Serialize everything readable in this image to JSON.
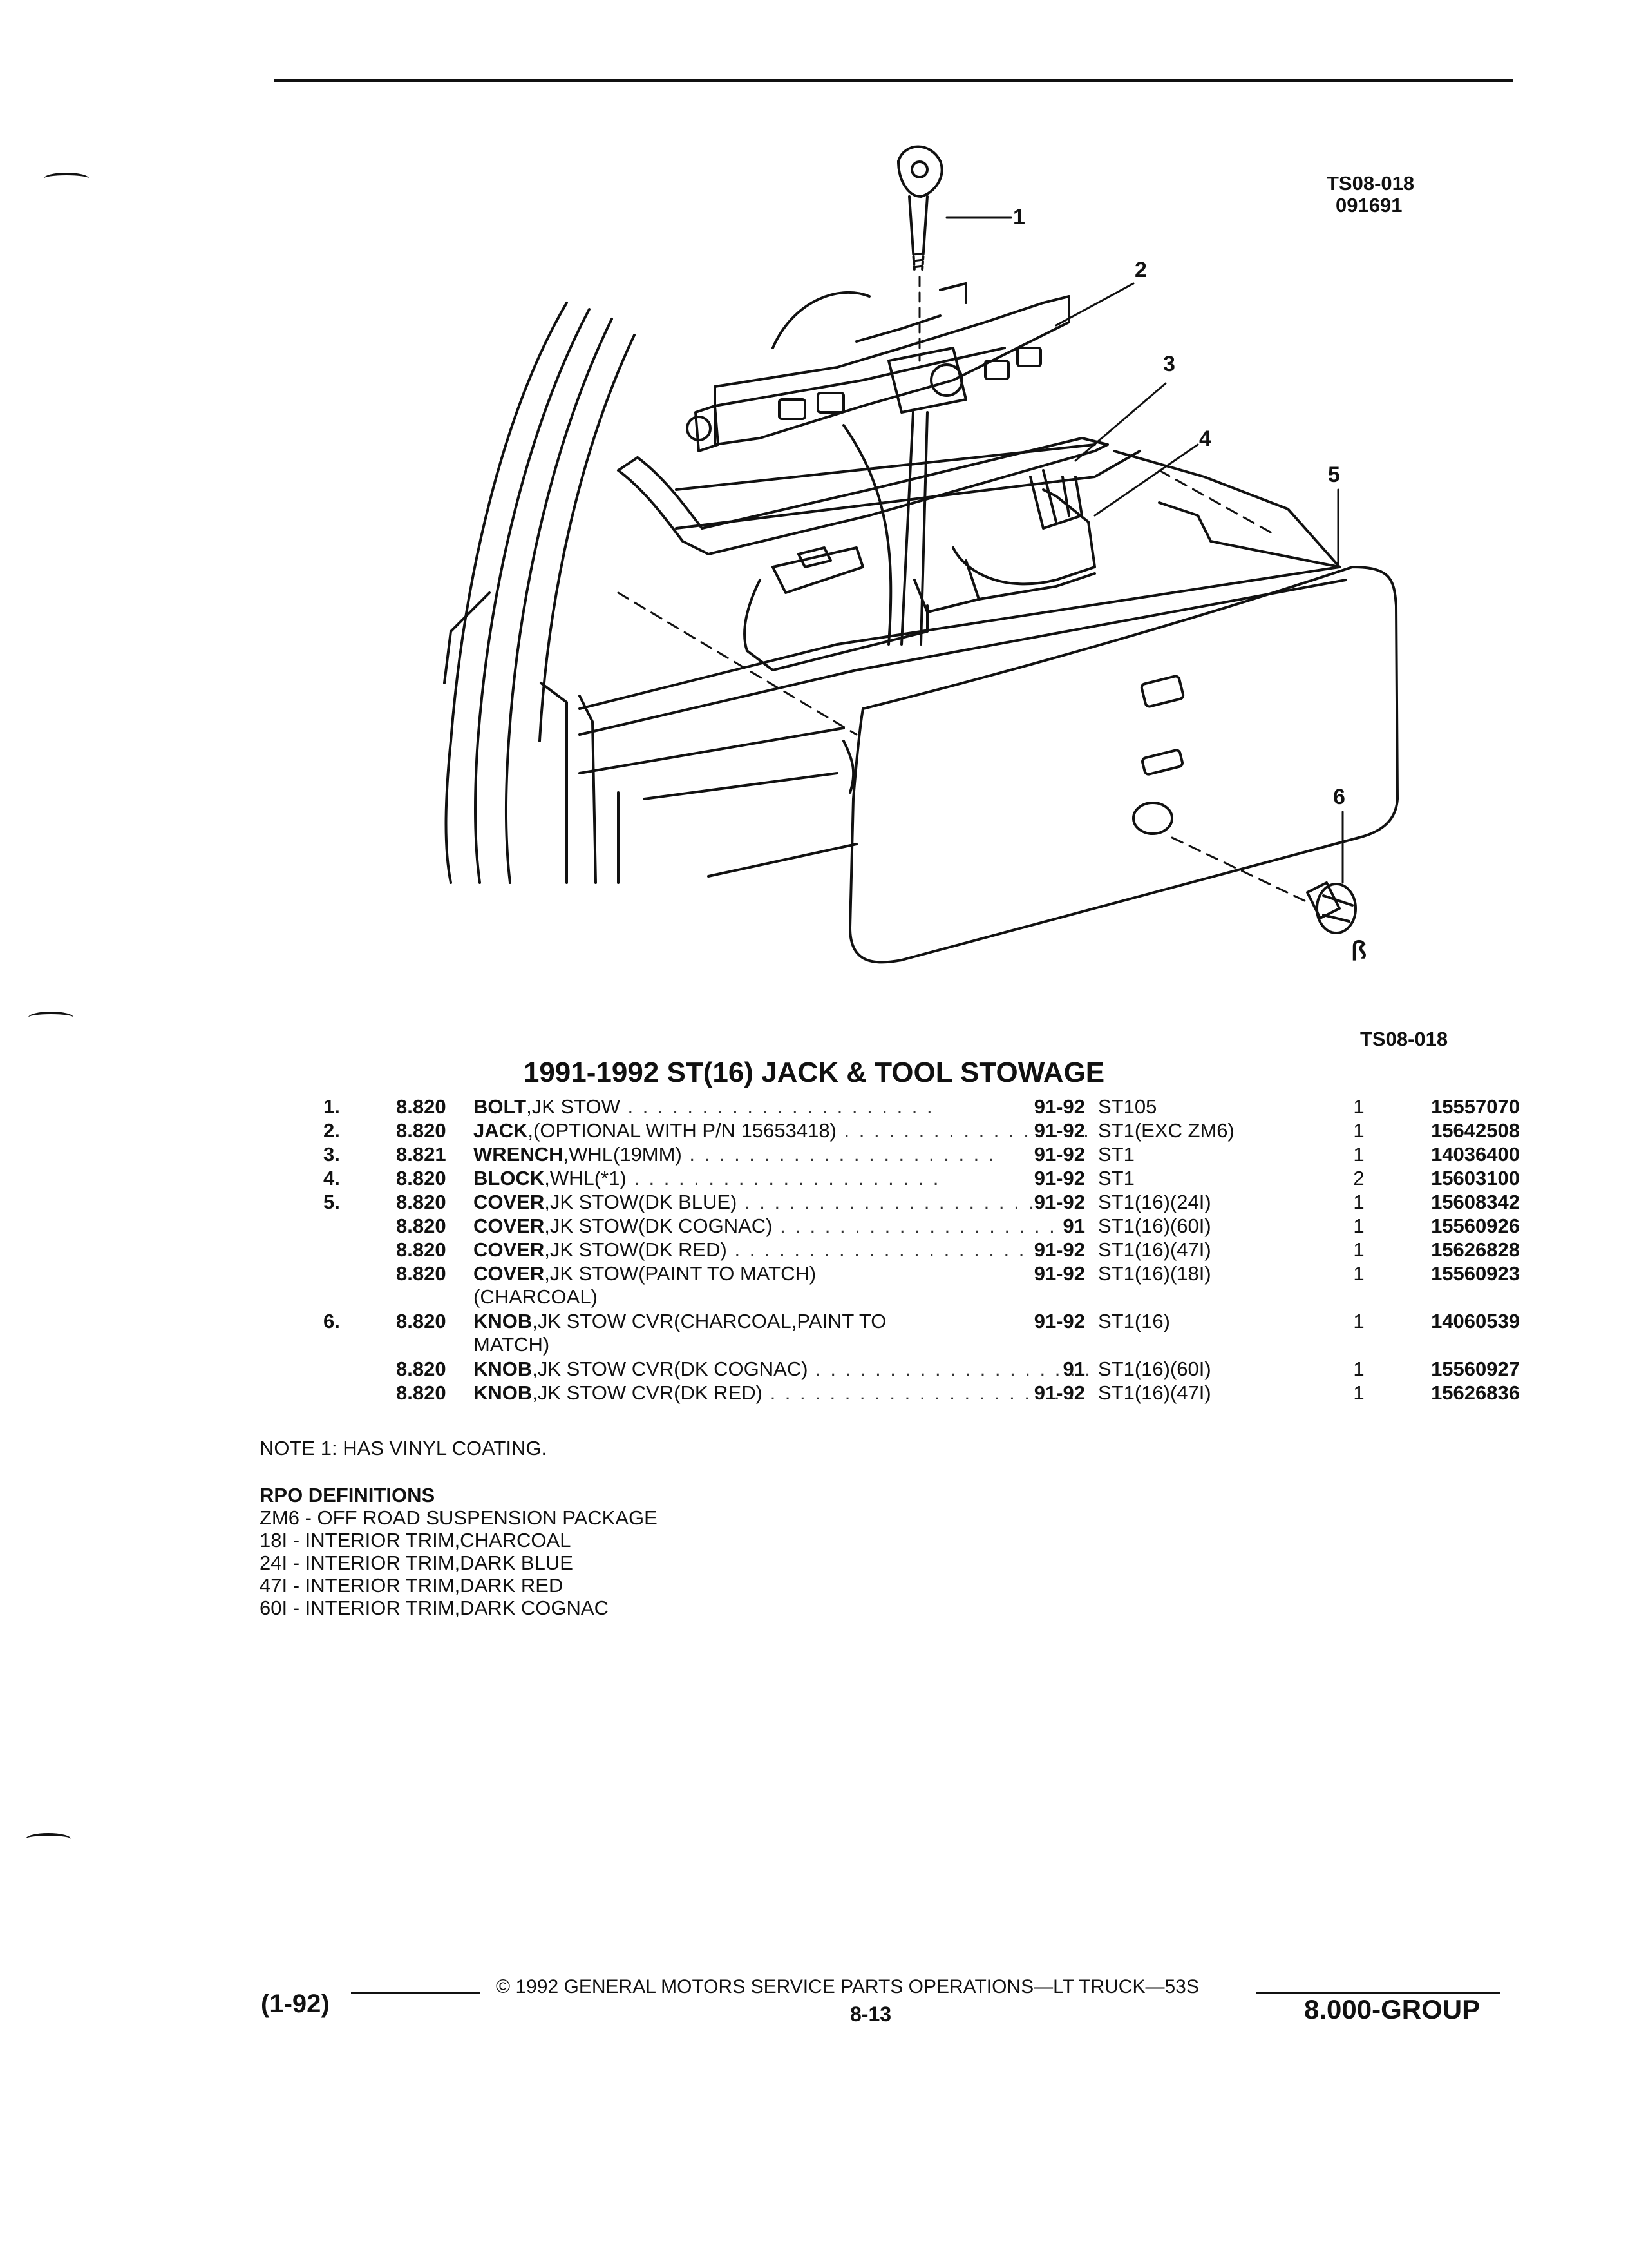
{
  "header": {
    "ref_code": "TS08-018",
    "date_code": "091691"
  },
  "figure": {
    "ref_code": "TS08-018",
    "callouts": [
      "1",
      "2",
      "3",
      "4",
      "5",
      "6"
    ]
  },
  "title": "1991-1992 ST(16) JACK & TOOL STOWAGE",
  "parts": [
    {
      "num": "1.",
      "group": "8.820",
      "name": "BOLT",
      "desc": ",JK STOW",
      "desc2": "",
      "years": "91-92",
      "model": "ST105",
      "qty": "1",
      "part_no": "15557070"
    },
    {
      "num": "2.",
      "group": "8.820",
      "name": "JACK",
      "desc": ",(OPTIONAL WITH P/N 15653418)",
      "desc2": "",
      "years": "91-92",
      "model": "ST1(EXC ZM6)",
      "qty": "1",
      "part_no": "15642508"
    },
    {
      "num": "3.",
      "group": "8.821",
      "name": "WRENCH",
      "desc": ",WHL(19MM)",
      "desc2": "",
      "years": "91-92",
      "model": "ST1",
      "qty": "1",
      "part_no": "14036400"
    },
    {
      "num": "4.",
      "group": "8.820",
      "name": "BLOCK",
      "desc": ",WHL(*1)",
      "desc2": "",
      "years": "91-92",
      "model": "ST1",
      "qty": "2",
      "part_no": "15603100"
    },
    {
      "num": "5.",
      "group": "8.820",
      "name": "COVER",
      "desc": ",JK STOW(DK BLUE)",
      "desc2": "",
      "years": "91-92",
      "model": "ST1(16)(24I)",
      "qty": "1",
      "part_no": "15608342"
    },
    {
      "num": "",
      "group": "8.820",
      "name": "COVER",
      "desc": ",JK STOW(DK COGNAC)",
      "desc2": "",
      "years": "91",
      "model": "ST1(16)(60I)",
      "qty": "1",
      "part_no": "15560926"
    },
    {
      "num": "",
      "group": "8.820",
      "name": "COVER",
      "desc": ",JK STOW(DK RED)",
      "desc2": "",
      "years": "91-92",
      "model": "ST1(16)(47I)",
      "qty": "1",
      "part_no": "15626828"
    },
    {
      "num": "",
      "group": "8.820",
      "name": "COVER",
      "desc": ",JK STOW(PAINT TO MATCH)",
      "desc2": "(CHARCOAL)",
      "years": "91-92",
      "model": "ST1(16)(18I)",
      "qty": "1",
      "part_no": "15560923"
    },
    {
      "num": "6.",
      "group": "8.820",
      "name": "KNOB",
      "desc": ",JK STOW CVR(CHARCOAL,PAINT TO",
      "desc2": "MATCH)",
      "years": "91-92",
      "model": "ST1(16)",
      "qty": "1",
      "part_no": "14060539"
    },
    {
      "num": "",
      "group": "8.820",
      "name": "KNOB",
      "desc": ",JK STOW CVR(DK COGNAC)",
      "desc2": "",
      "years": "91",
      "model": "ST1(16)(60I)",
      "qty": "1",
      "part_no": "15560927"
    },
    {
      "num": "",
      "group": "8.820",
      "name": "KNOB",
      "desc": ",JK STOW CVR(DK RED)",
      "desc2": "",
      "years": "91-92",
      "model": "ST1(16)(47I)",
      "qty": "1",
      "part_no": "15626836"
    }
  ],
  "note": "NOTE  1:  HAS VINYL COATING.",
  "rpo": {
    "heading": "RPO DEFINITIONS",
    "items": [
      "ZM6 - OFF ROAD SUSPENSION PACKAGE",
      "18I - INTERIOR TRIM,CHARCOAL",
      "24I - INTERIOR TRIM,DARK BLUE",
      "47I - INTERIOR TRIM,DARK RED",
      "60I - INTERIOR TRIM,DARK COGNAC"
    ]
  },
  "footer": {
    "left": "(1-92)",
    "center": "©  1992  GENERAL MOTORS SERVICE PARTS OPERATIONS—LT TRUCK—53S",
    "page": "8-13",
    "right": "8.000-GROUP"
  }
}
